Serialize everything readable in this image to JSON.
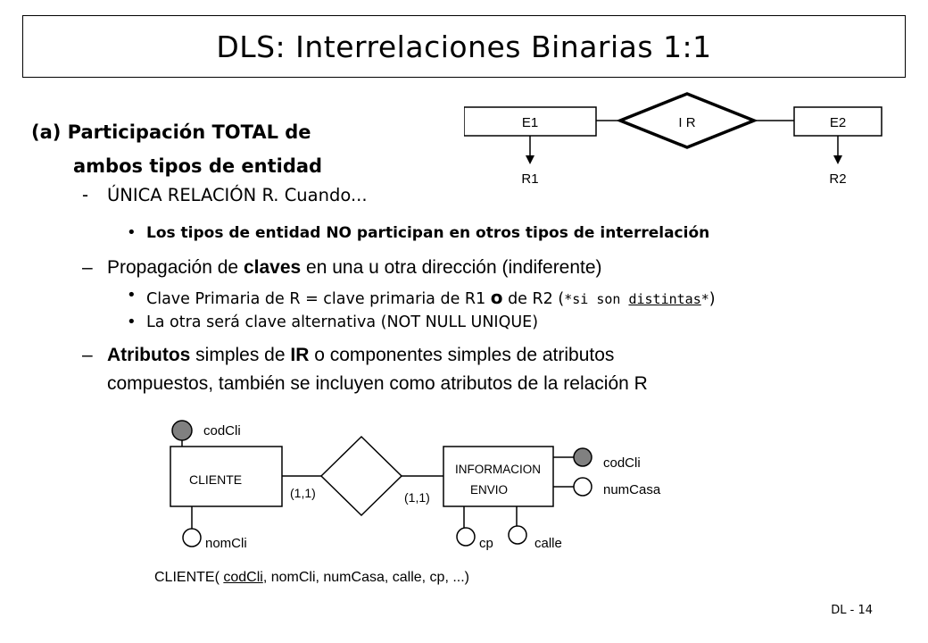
{
  "title": "DLS: Interrelaciones Binarias 1:1",
  "heading_line1": "(a) Participación TOTAL de",
  "heading_line2": "ambos tipos de entidad",
  "top_diagram": {
    "e1": "E1",
    "ir": "I R",
    "e2": "E2",
    "r1": "R1",
    "r2": "R2"
  },
  "points": {
    "p1_dash": "-",
    "p1_text": "ÚNICA RELACIÓN R. Cuando...",
    "p1_sub1": "Los tipos de entidad NO participan en otros tipos de interrelación",
    "p2_dash": "–",
    "p2_pre": "Propagación de ",
    "p2_bold": "claves",
    "p2_post": " en una u otra dirección (indiferente)",
    "p2_sub1_pre": "Clave Primaria de R = clave primaria de R1 ",
    "p2_sub1_bold": "o",
    "p2_sub1_mid": " de R2 (",
    "p2_sub1_star1": "*si son ",
    "p2_sub1_u": "distintas",
    "p2_sub1_star2": "*",
    "p2_sub1_end": ")",
    "p2_sub2": "La otra será clave alternativa (NOT NULL UNIQUE)",
    "p3_dash": "–",
    "p3_bold1": "Atributos",
    "p3_mid1": " simples de ",
    "p3_bold2": "IR",
    "p3_mid2": " o componentes simples de atributos",
    "p3_line2": "compuestos, también se incluyen como atributos de la relación R"
  },
  "bottom_diagram": {
    "entity1": "CLIENTE",
    "entity2_line1": "INFORMACION",
    "entity2_line2": "ENVIO",
    "attr_codcli_1": "codCli",
    "attr_nomcli": "nomCli",
    "attr_codcli_2": "codCli",
    "attr_numcasa": "numCasa",
    "attr_cp": "cp",
    "attr_calle": "calle",
    "card_left": "(1,1)",
    "card_right": "(1,1)"
  },
  "schema": {
    "pre": "CLIENTE( ",
    "key": "codCli",
    "post": ", nomCli, numCasa, calle, cp, ...)"
  },
  "footer": "DL - 14"
}
